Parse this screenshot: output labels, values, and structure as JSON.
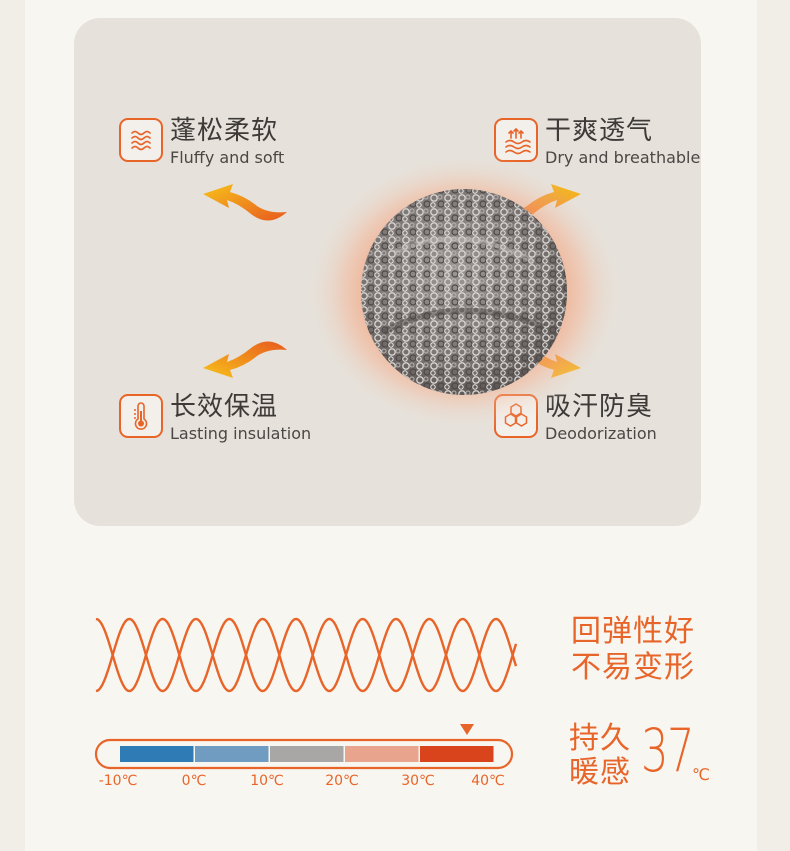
{
  "features": [
    {
      "zh": "蓬松柔软",
      "en": "Fluffy and soft",
      "icon": "fluffy-layers-icon"
    },
    {
      "zh": "干爽透气",
      "en": "Dry and breathable",
      "icon": "breathable-icon"
    },
    {
      "zh": "长效保温",
      "en": "Lasting insulation",
      "icon": "thermometer-icon"
    },
    {
      "zh": "吸汗防臭",
      "en": "Deodorization",
      "icon": "hexagon-molecule-icon"
    }
  ],
  "slogans": {
    "line1": "回弹性好",
    "line2": "不易变形",
    "warm_line1": "持久",
    "warm_line2": "暖感",
    "temp_value": "37",
    "temp_unit": "℃"
  },
  "temperature_scale": {
    "labels": [
      "-10℃",
      "0℃",
      "10℃",
      "20℃",
      "30℃",
      "40℃"
    ],
    "segment_colors": [
      "#2f7bb5",
      "#6f9cc0",
      "#a9a7a6",
      "#e8a48d",
      "#d9441c"
    ],
    "indicator_value": "37℃"
  },
  "colors": {
    "accent": "#e8652a",
    "text": "#3d3a38",
    "card": "#e6e2db"
  }
}
